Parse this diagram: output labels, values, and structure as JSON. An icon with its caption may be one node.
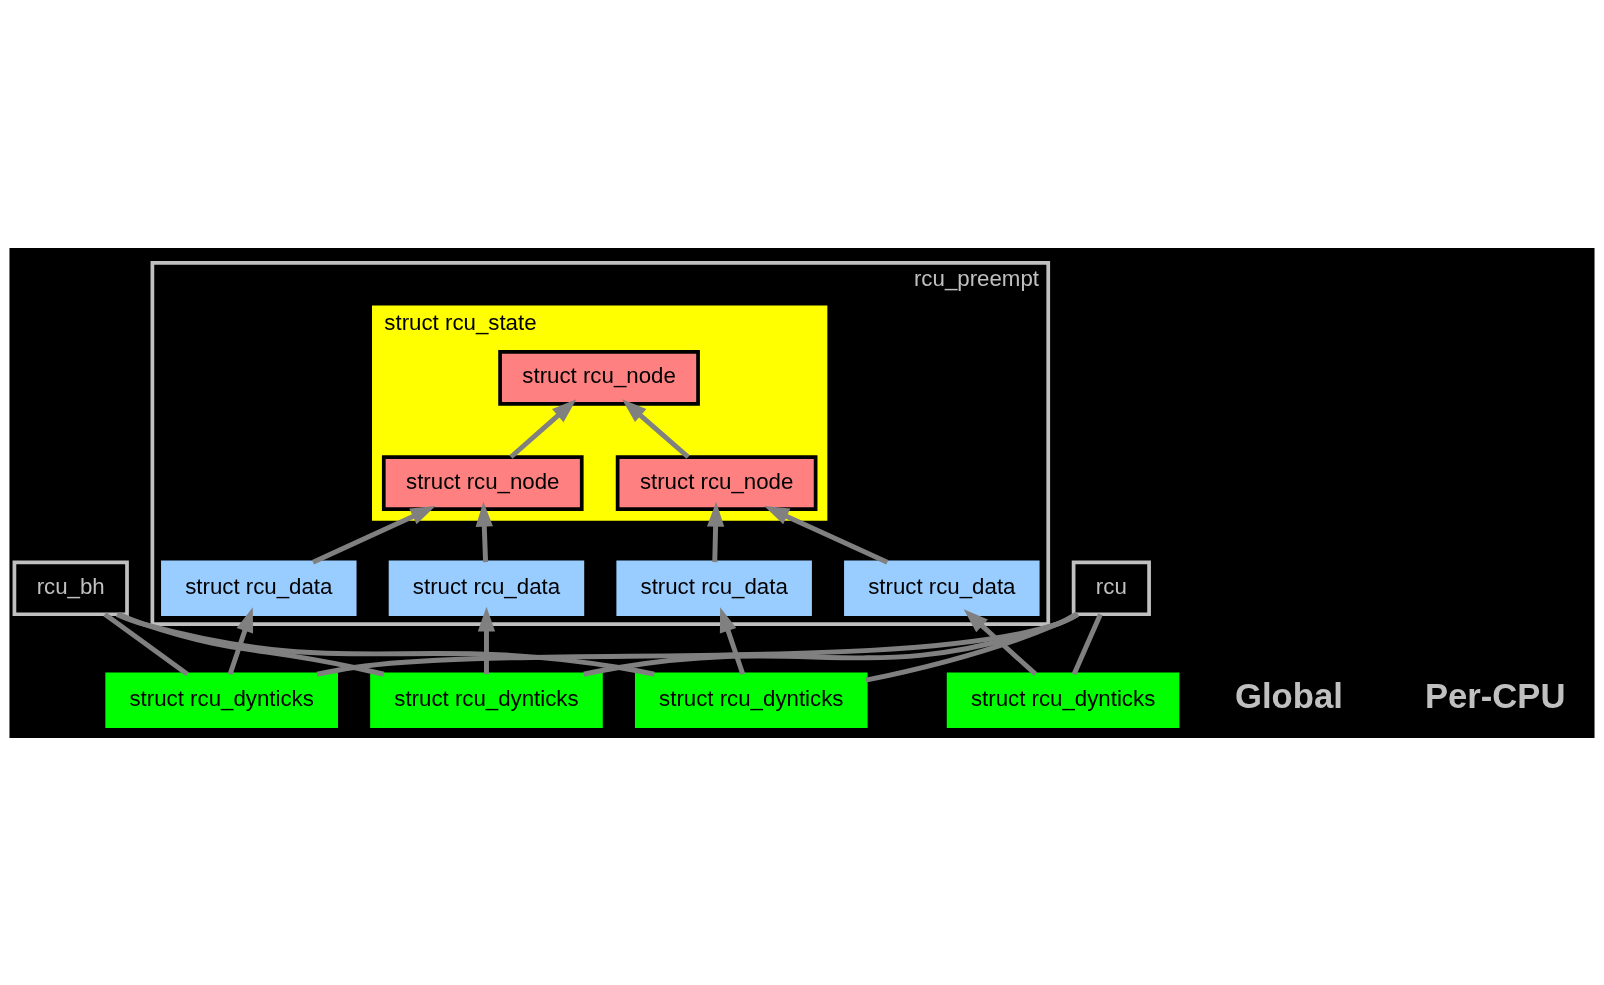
{
  "diagram": {
    "nodes": [
      {
        "text": [
          "rcu_bh"
        ]
      },
      {
        "text": [
          "rcu"
        ]
      },
      {
        "text": [
          "rcu_preempt"
        ]
      },
      {
        "text": [
          "struct rcu_state"
        ],
        "in": 2
      },
      {
        "text": [
          "struct rcu_node"
        ],
        "in": 3
      },
      {
        "text": [
          "struct rcu_node"
        ],
        "in": 3
      },
      {
        "text": [
          "struct rcu_node"
        ],
        "in": 3
      },
      {
        "text": [
          "struct rcu_data"
        ],
        "in": 2
      },
      {
        "text": [
          "struct rcu_data"
        ],
        "in": 2
      },
      {
        "text": [
          "struct rcu_data"
        ],
        "in": 2
      },
      {
        "text": [
          "struct rcu_data"
        ],
        "in": 2
      },
      {
        "text": [
          "struct rcu_dynticks"
        ]
      },
      {
        "text": [
          "struct rcu_dynticks"
        ]
      },
      {
        "text": [
          "struct rcu_dynticks"
        ]
      },
      {
        "text": [
          "struct rcu_dynticks"
        ]
      }
    ],
    "edges": [
      {
        "from": 5,
        "to": 4,
        "arrow": "to"
      },
      {
        "from": 6,
        "to": 4,
        "arrow": "to"
      },
      {
        "from": 7,
        "to": 5,
        "arrow": "to"
      },
      {
        "from": 8,
        "to": 5,
        "arrow": "to"
      },
      {
        "from": 9,
        "to": 6,
        "arrow": "to"
      },
      {
        "from": 10,
        "to": 6,
        "arrow": "to"
      },
      {
        "from": 13,
        "to": 7,
        "arrow": "to"
      },
      {
        "from": 13,
        "to": 1,
        "arrow": "none"
      },
      {
        "from": 13,
        "to": 0,
        "arrow": "none"
      },
      {
        "from": 11,
        "to": 8,
        "arrow": "to"
      },
      {
        "from": 11,
        "to": 1,
        "arrow": "none"
      },
      {
        "from": 14,
        "to": 9,
        "arrow": "to"
      },
      {
        "from": 14,
        "to": 1,
        "arrow": "none"
      },
      {
        "from": 14,
        "to": 0,
        "arrow": "none"
      },
      {
        "from": 12,
        "to": 10,
        "arrow": "to"
      },
      {
        "from": 12,
        "to": 1,
        "arrow": "none"
      },
      {
        "from": 12,
        "to": 0,
        "arrow": "none"
      }
    ],
    "labels": [
      "Global",
      "Per-CPU"
    ]
  }
}
